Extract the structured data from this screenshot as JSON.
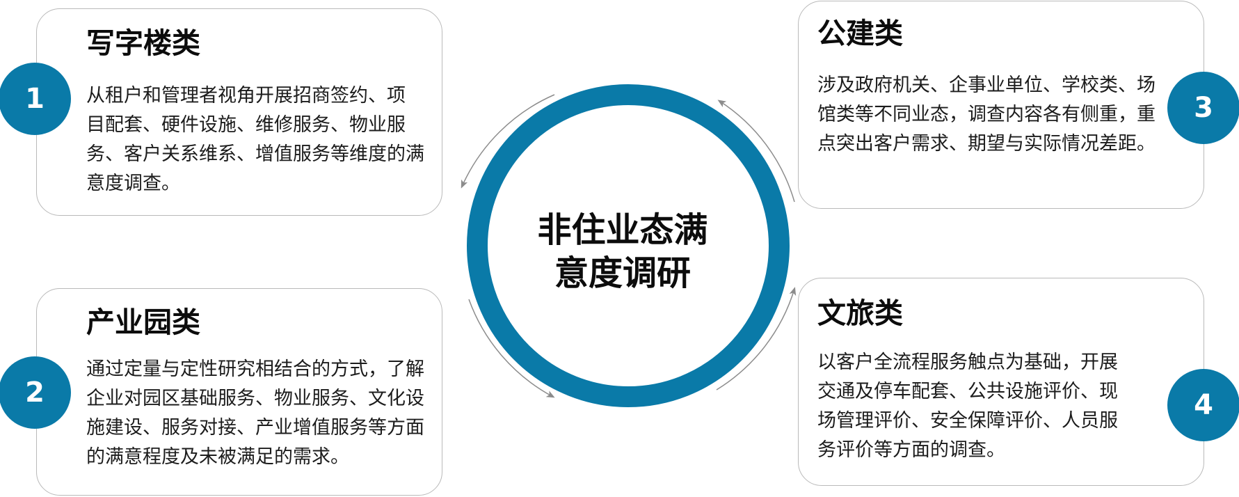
{
  "colors": {
    "accent": "#0a7aa8",
    "card_border": "#b9b9b9",
    "arrow": "#8c8c8c"
  },
  "center": {
    "title_line1": "非住业态满",
    "title_line2": "意度调研"
  },
  "cards": [
    {
      "number": "1",
      "title": "写字楼类",
      "lines": [
        "从租户和管理者视角开展招商签约、项",
        "目配套、硬件设施、维修服务、物业服",
        "务、客户关系维系、增值服务等维度的满",
        "意度调查。"
      ]
    },
    {
      "number": "2",
      "title": "产业园类",
      "lines": [
        "通过定量与定性研究相结合的方式，了解",
        "企业对园区基础服务、物业服务、文化设",
        "施建设、服务对接、产业增值服务等方面",
        "的满意程度及未被满足的需求。"
      ]
    },
    {
      "number": "3",
      "title": "公建类",
      "lines": [
        "涉及政府机关、企事业单位、学校类、场",
        "馆类等不同业态，调查内容各有侧重，重",
        "点突出客户需求、期望与实际情况差距。"
      ]
    },
    {
      "number": "4",
      "title": "文旅类",
      "lines": [
        "以客户全流程服务触点为基础，开展",
        "交通及停车配套、公共设施评价、现",
        "场管理评价、安全保障评价、人员服",
        "务评价等方面的调查。"
      ]
    }
  ]
}
